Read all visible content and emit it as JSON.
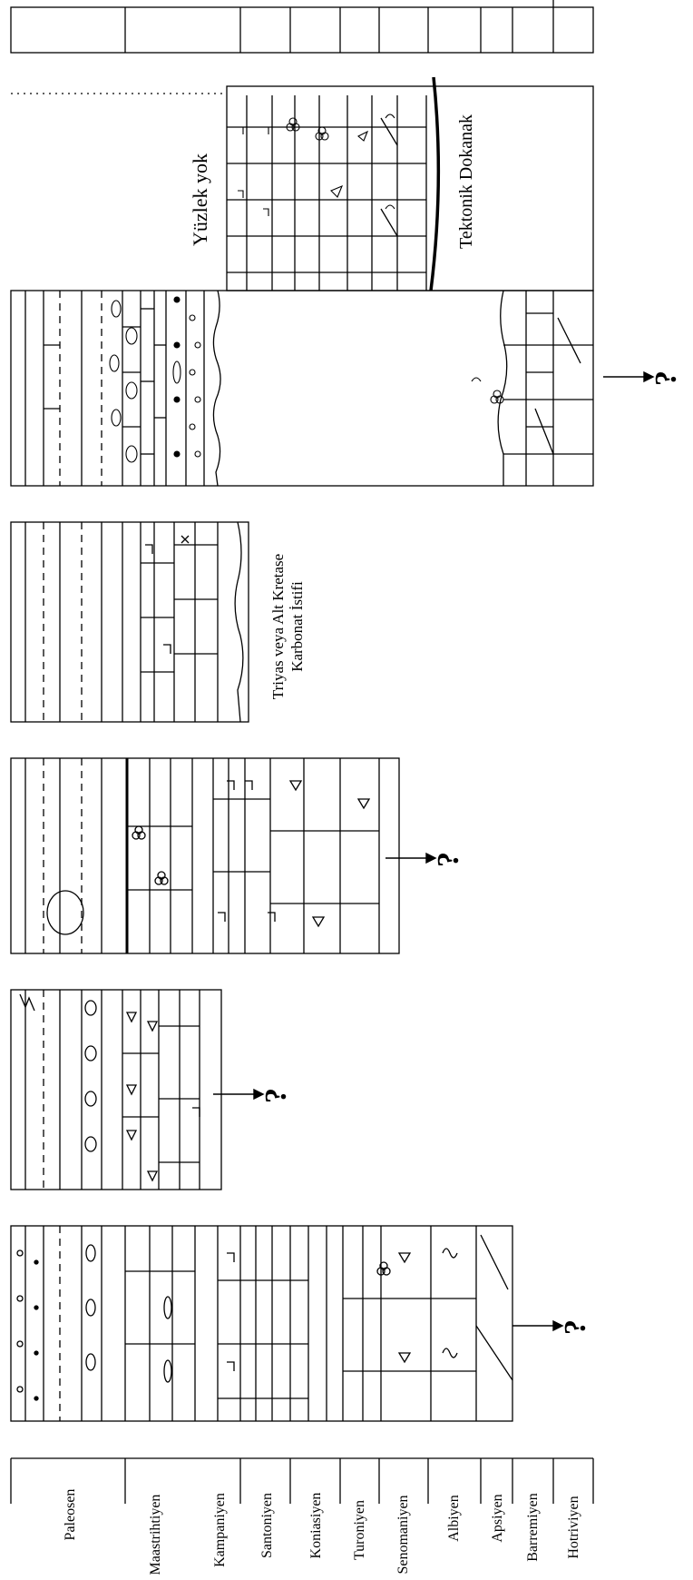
{
  "stages": [
    "Paleosen",
    "Maastrihtiyen",
    "Kampaniyen",
    "Santoniyen",
    "Koniasiyen",
    "Turoniyen",
    "Senomaniyen",
    "Albiyen",
    "Apsiyen",
    "Barremiyen",
    "Hotriviyen"
  ],
  "annotations": {
    "outcrop_absent": "Yüzlek yok",
    "tectonic_contact": "Tektonik Dokanak",
    "carbonate_line1": "Triyas veya Alt Kretase",
    "carbonate_line2": "Karbonat İstifi",
    "question_mark": "?"
  }
}
